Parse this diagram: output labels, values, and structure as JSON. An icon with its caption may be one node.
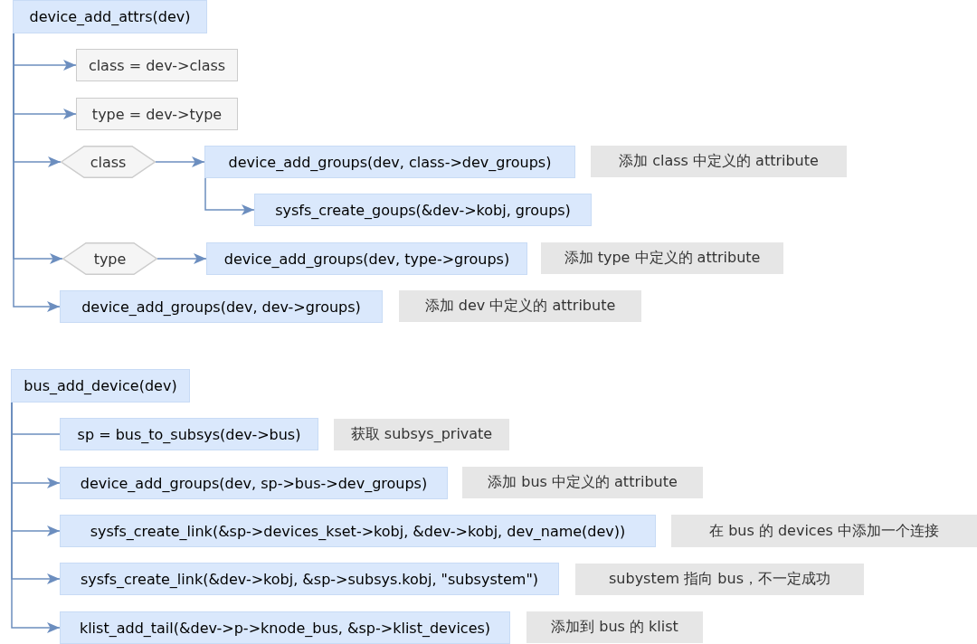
{
  "diagram": {
    "nodes": [
      {
        "text": [
          "device_add_attrs(dev)"
        ]
      },
      {
        "text": [
          "class = dev->class"
        ]
      },
      {
        "text": [
          "type = dev->type"
        ]
      },
      {
        "text": [
          "class"
        ]
      },
      {
        "text": [
          "device_add_groups(dev, class->dev_groups)"
        ]
      },
      {
        "text": [
          "添加 class 中定义的 attribute"
        ]
      },
      {
        "text": [
          "sysfs_create_goups(&dev->kobj, groups)"
        ]
      },
      {
        "text": [
          "type"
        ]
      },
      {
        "text": [
          "device_add_groups(dev, type->groups)"
        ]
      },
      {
        "text": [
          "添加 type 中定义的 attribute"
        ]
      },
      {
        "text": [
          "device_add_groups(dev, dev->groups)"
        ]
      },
      {
        "text": [
          "添加 dev 中定义的 attribute"
        ]
      },
      {
        "text": [
          "bus_add_device(dev)"
        ]
      },
      {
        "text": [
          "sp = bus_to_subsys(dev->bus)"
        ]
      },
      {
        "text": [
          "获取 subsys_private"
        ]
      },
      {
        "text": [
          "device_add_groups(dev, sp->bus->dev_groups)"
        ]
      },
      {
        "text": [
          "添加 bus 中定义的 attribute"
        ]
      },
      {
        "text": [
          "sysfs_create_link(&sp->devices_kset->kobj, &dev->kobj, dev_name(dev))"
        ]
      },
      {
        "text": [
          "在 bus 的 devices 中添加一个连接"
        ]
      },
      {
        "text": [
          "sysfs_create_link(&dev->kobj, &sp->subsys.kobj, \"subsystem\")"
        ]
      },
      {
        "text": [
          "subystem 指向 bus，不一定成功"
        ]
      },
      {
        "text": [
          "klist_add_tail(&dev->p->knode_bus, &sp->klist_devices)"
        ]
      },
      {
        "text": [
          "添加到 bus 的 klist"
        ]
      }
    ],
    "edges": [
      {
        "from": 0,
        "to": 1,
        "arrow": "to"
      },
      {
        "from": 0,
        "to": 2,
        "arrow": "to"
      },
      {
        "from": 0,
        "to": 3,
        "arrow": "to"
      },
      {
        "from": 0,
        "to": 7,
        "arrow": "to"
      },
      {
        "from": 0,
        "to": 10,
        "arrow": "to"
      },
      {
        "from": 3,
        "to": 4,
        "arrow": "to"
      },
      {
        "from": 4,
        "to": 6,
        "arrow": "to"
      },
      {
        "from": 7,
        "to": 8,
        "arrow": "to"
      },
      {
        "from": 12,
        "to": 13,
        "arrow": "none"
      },
      {
        "from": 12,
        "to": 15,
        "arrow": "to"
      },
      {
        "from": 12,
        "to": 17,
        "arrow": "to"
      },
      {
        "from": 12,
        "to": 19,
        "arrow": "to"
      },
      {
        "from": 12,
        "to": 21,
        "arrow": "to"
      }
    ]
  }
}
